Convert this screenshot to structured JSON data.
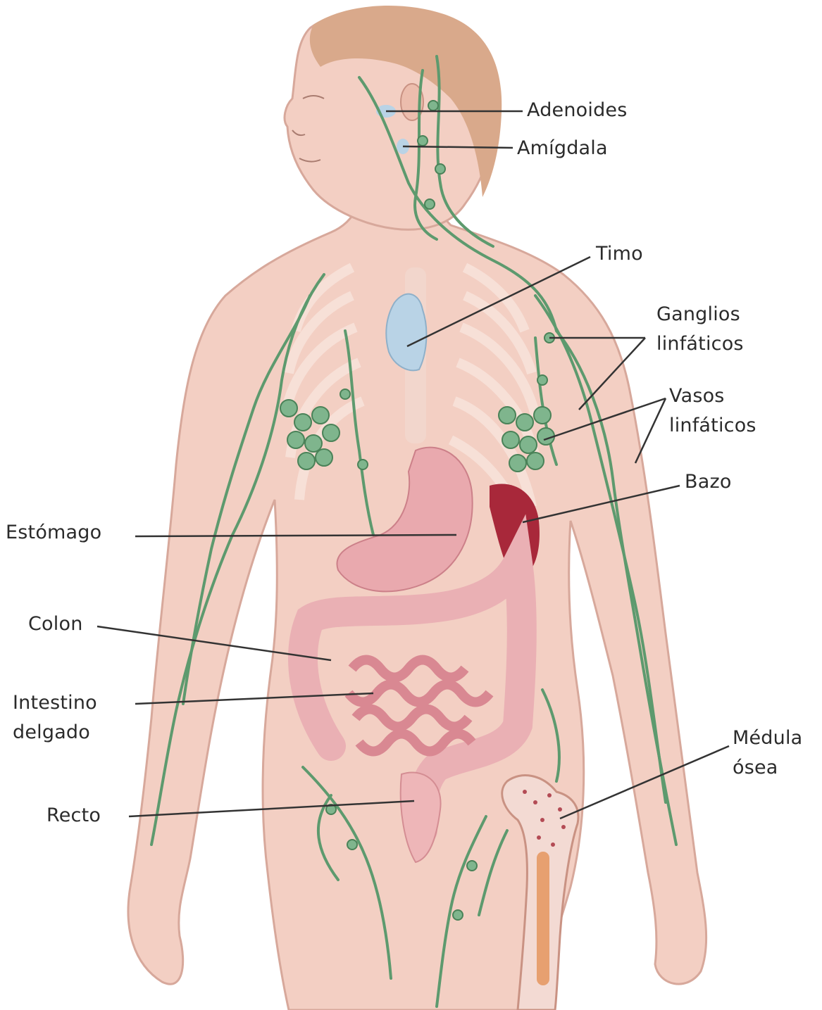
{
  "labels": {
    "adenoides": "Adenoides",
    "amigdala": "Amígdala",
    "timo": "Timo",
    "ganglios_1": "Ganglios",
    "ganglios_2": "linfáticos",
    "vasos_1": "Vasos",
    "vasos_2": "linfáticos",
    "bazo": "Bazo",
    "estomago": "Estómago",
    "colon": "Colon",
    "intestino_1": "Intestino",
    "intestino_2": "delgado",
    "medula_1": "Médula",
    "medula_2": "ósea",
    "recto": "Recto"
  },
  "colors": {
    "skin": "#f3cfc3",
    "skin_shadow": "#e2b0a3",
    "hair": "#d9a98b",
    "lymph": "#5d9a6e",
    "thymus": "#b9d3e6",
    "spleen": "#a8283a",
    "gut": "#e7a6ad",
    "bone_marrow": "#e7a070",
    "leader_line": "#333333"
  }
}
